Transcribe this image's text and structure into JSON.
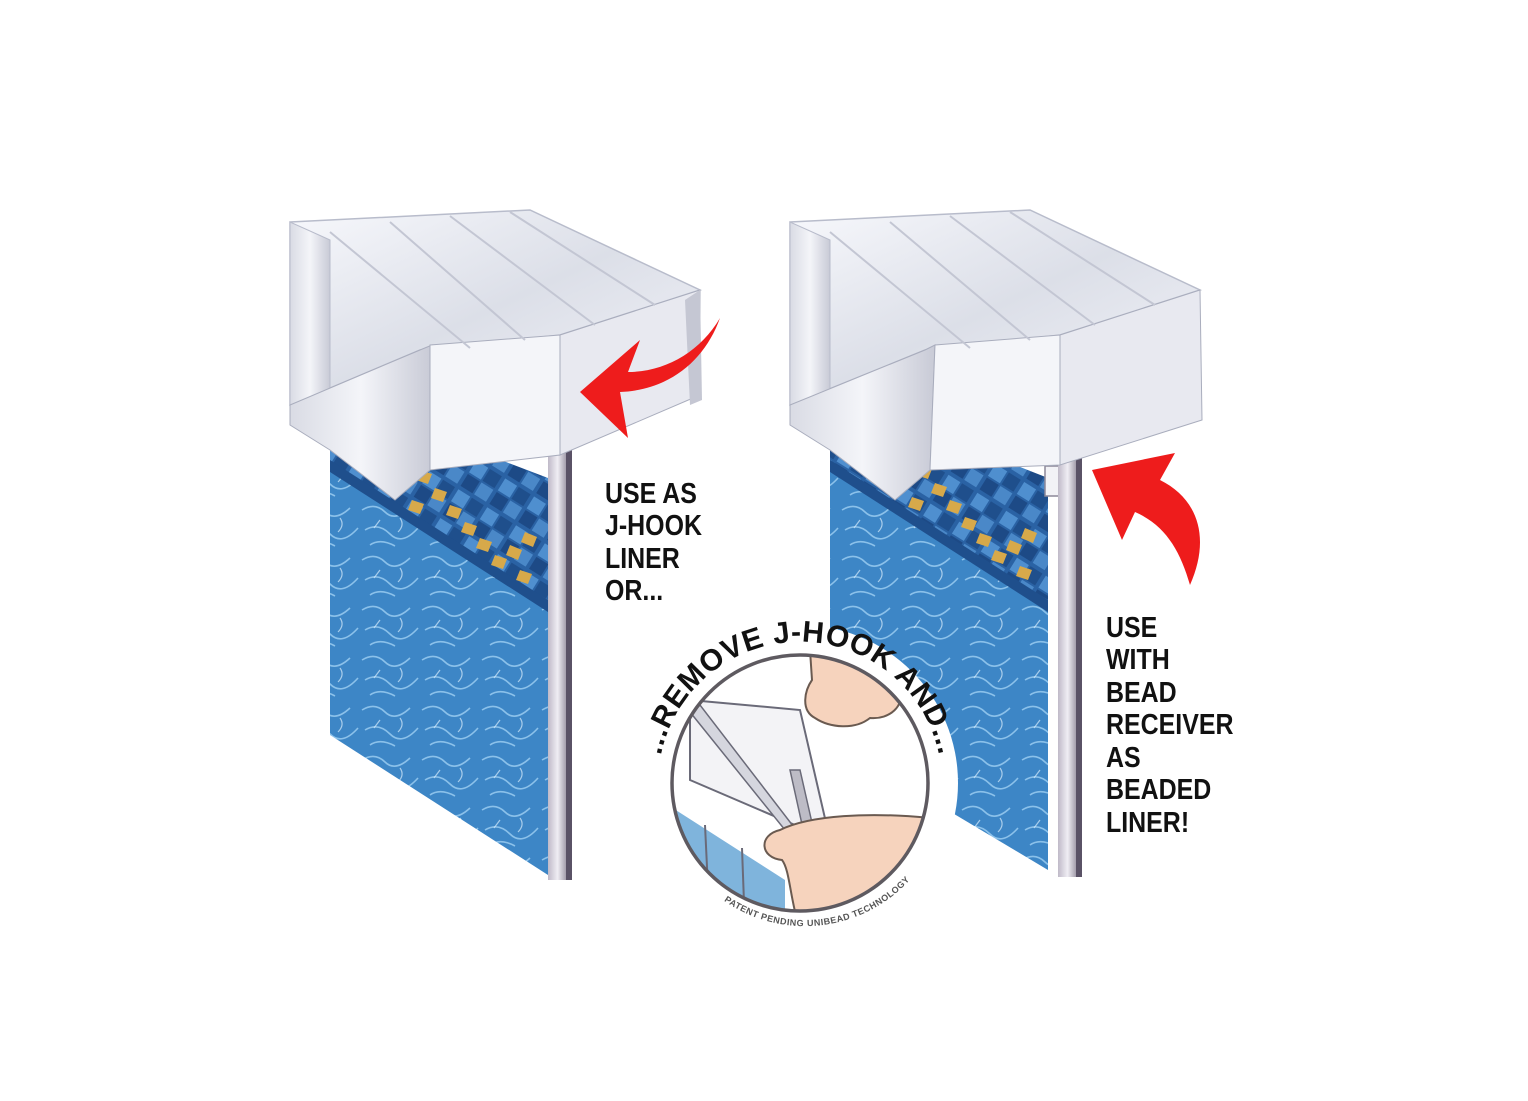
{
  "figure": {
    "subject": "Above-ground pool top rail with universal liner (J-hook / beaded)",
    "left_panel": {
      "label_lines": [
        "USE AS",
        "J-HOOK",
        "LINER",
        "OR..."
      ],
      "arrow_color": "#ee1c1c"
    },
    "right_panel": {
      "label_lines": [
        "USE",
        "WITH",
        "BEAD",
        "RECEIVER",
        "AS",
        "BEADED",
        "LINER!"
      ],
      "arrow_color": "#ee1c1c"
    },
    "inset": {
      "top_arc_text": "...REMOVE J-HOOK AND...",
      "bottom_arc_text": "PATENT PENDING UNIBEAD TECHNOLOGY"
    },
    "colors": {
      "background": "#ffffff",
      "liner_blue": "#3d86c6",
      "liner_dark_blue": "#1f4f8c",
      "tile_gold": "#d7a94a",
      "metal_light": "#eef0f6",
      "metal_mid": "#c9ccd8",
      "metal_dark": "#7c7488",
      "arrow_red": "#ee1c1c",
      "skin": "#f6d3bd",
      "text": "#111111"
    }
  }
}
